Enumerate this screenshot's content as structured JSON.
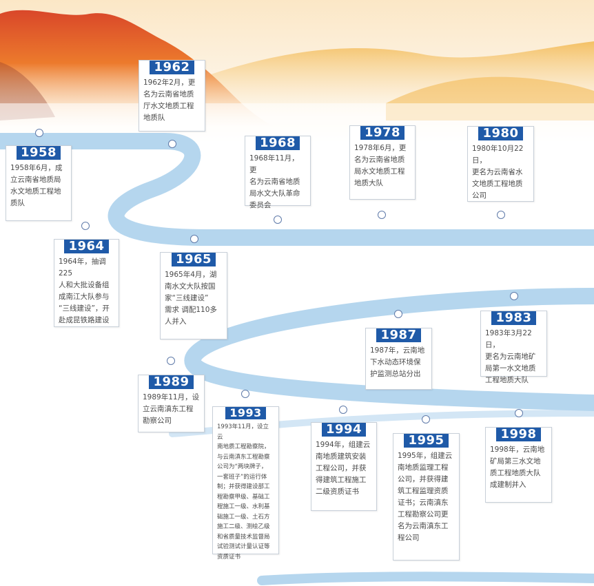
{
  "colors": {
    "year_badge": "#1f5aa8",
    "river": "#b5d6ee",
    "mountain_orange": "#e9642a",
    "sky_gold": "#f5c66b",
    "marker_border": "#5f7aa9"
  },
  "milestones": [
    {
      "year": "1958",
      "text": "1958年6月，成\n立云南省地质局\n水文地质工程地\n质队"
    },
    {
      "year": "1962",
      "text": "1962年2月，更\n名为云南省地质\n厅水文地质工程\n地质队"
    },
    {
      "year": "1968",
      "text": "1968年11月，更\n名为云南省地质\n局水文大队革命\n委员会"
    },
    {
      "year": "1978",
      "text": "1978年6月，更\n名为云南省地质\n局水文地质工程\n地质大队"
    },
    {
      "year": "1980",
      "text": "1980年10月22日，\n更名为云南省水\n文地质工程地质\n公司"
    },
    {
      "year": "1964",
      "text": "1964年，抽调225\n人和大批设备组\n成南江大队参与\n“三线建设”，开\n赴成昆铁路建设"
    },
    {
      "year": "1965",
      "text": "1965年4月，湖\n南水文大队按国\n家“三线建设”\n需求 调配110多\n人并入"
    },
    {
      "year": "1987",
      "text": "1987年，云南地\n下水动态环境保\n护监测总站分出"
    },
    {
      "year": "1983",
      "text": "1983年3月22日，\n更名为云南地矿\n局第一水文地质\n工程地质大队"
    },
    {
      "year": "1989",
      "text": "1989年11月，设\n立云南滇东工程\n勘察公司"
    },
    {
      "year": "1993",
      "text": "1993年11月，设立云\n南地质工程勘察院，\n与云南滇东工程勘察\n公司为“两块牌子，\n一套班子”的运行体\n制；并获得建设部工\n程勘察甲级、基础工\n程施工一级、水利基\n础施工一级、土石方\n施工二级、测绘乙级\n和省质量技术监督局\n试验测试计量认证等\n资质证书"
    },
    {
      "year": "1994",
      "text": "1994年，组建云\n南地质建筑安装\n工程公司，并获\n得建筑工程施工\n二级资质证书"
    },
    {
      "year": "1995",
      "text": "1995年，组建云\n南地质监理工程\n公司，并获得建\n筑工程监理资质\n证书；云南滇东\n工程勘察公司更\n名为云南滇东工\n程公司"
    },
    {
      "year": "1998",
      "text": "1998年，云南地\n矿局第三水文地\n质工程地质大队\n成建制并入"
    }
  ]
}
